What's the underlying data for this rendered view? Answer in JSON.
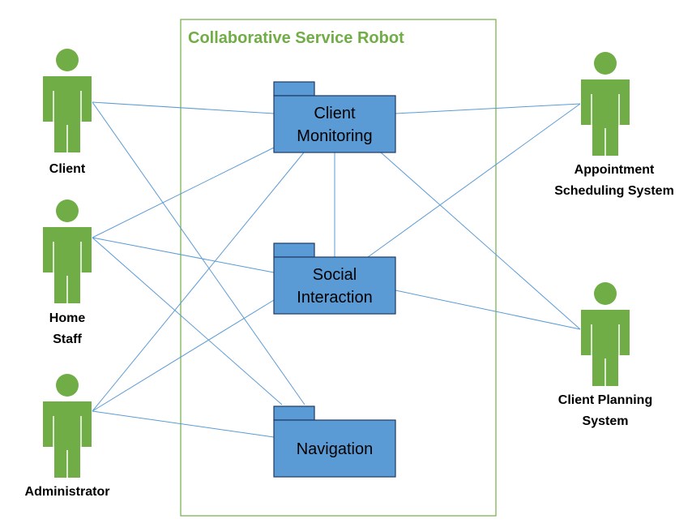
{
  "colors": {
    "actor": "#70ad47",
    "boundary": "#70ad47",
    "package_fill": "#5b9bd5",
    "package_stroke": "#1f3864",
    "association": "#5b9bd5"
  },
  "system": {
    "title": "Collaborative Service Robot"
  },
  "packages": [
    {
      "id": "monitoring",
      "lines": [
        "Client",
        "Monitoring"
      ]
    },
    {
      "id": "social",
      "lines": [
        "Social",
        "Interaction"
      ]
    },
    {
      "id": "navigation",
      "lines": [
        "Navigation"
      ]
    }
  ],
  "actors": [
    {
      "id": "client",
      "icon": "user-icon",
      "lines": [
        "Client"
      ]
    },
    {
      "id": "home-staff",
      "icon": "user-icon",
      "lines": [
        "Home",
        "Staff"
      ]
    },
    {
      "id": "administrator",
      "icon": "user-icon",
      "lines": [
        "Administrator"
      ]
    },
    {
      "id": "appointment",
      "icon": "user-icon",
      "lines": [
        "Appointment",
        "Scheduling System"
      ]
    },
    {
      "id": "planning",
      "icon": "user-icon",
      "lines": [
        "Client Planning",
        "System"
      ]
    }
  ],
  "associations": [
    [
      "client",
      "monitoring"
    ],
    [
      "client",
      "navigation"
    ],
    [
      "home-staff",
      "monitoring"
    ],
    [
      "home-staff",
      "social"
    ],
    [
      "home-staff",
      "navigation"
    ],
    [
      "administrator",
      "monitoring"
    ],
    [
      "administrator",
      "social"
    ],
    [
      "administrator",
      "navigation"
    ],
    [
      "appointment",
      "monitoring"
    ],
    [
      "appointment",
      "social"
    ],
    [
      "planning",
      "monitoring"
    ],
    [
      "planning",
      "social"
    ],
    [
      "monitoring",
      "social"
    ]
  ]
}
